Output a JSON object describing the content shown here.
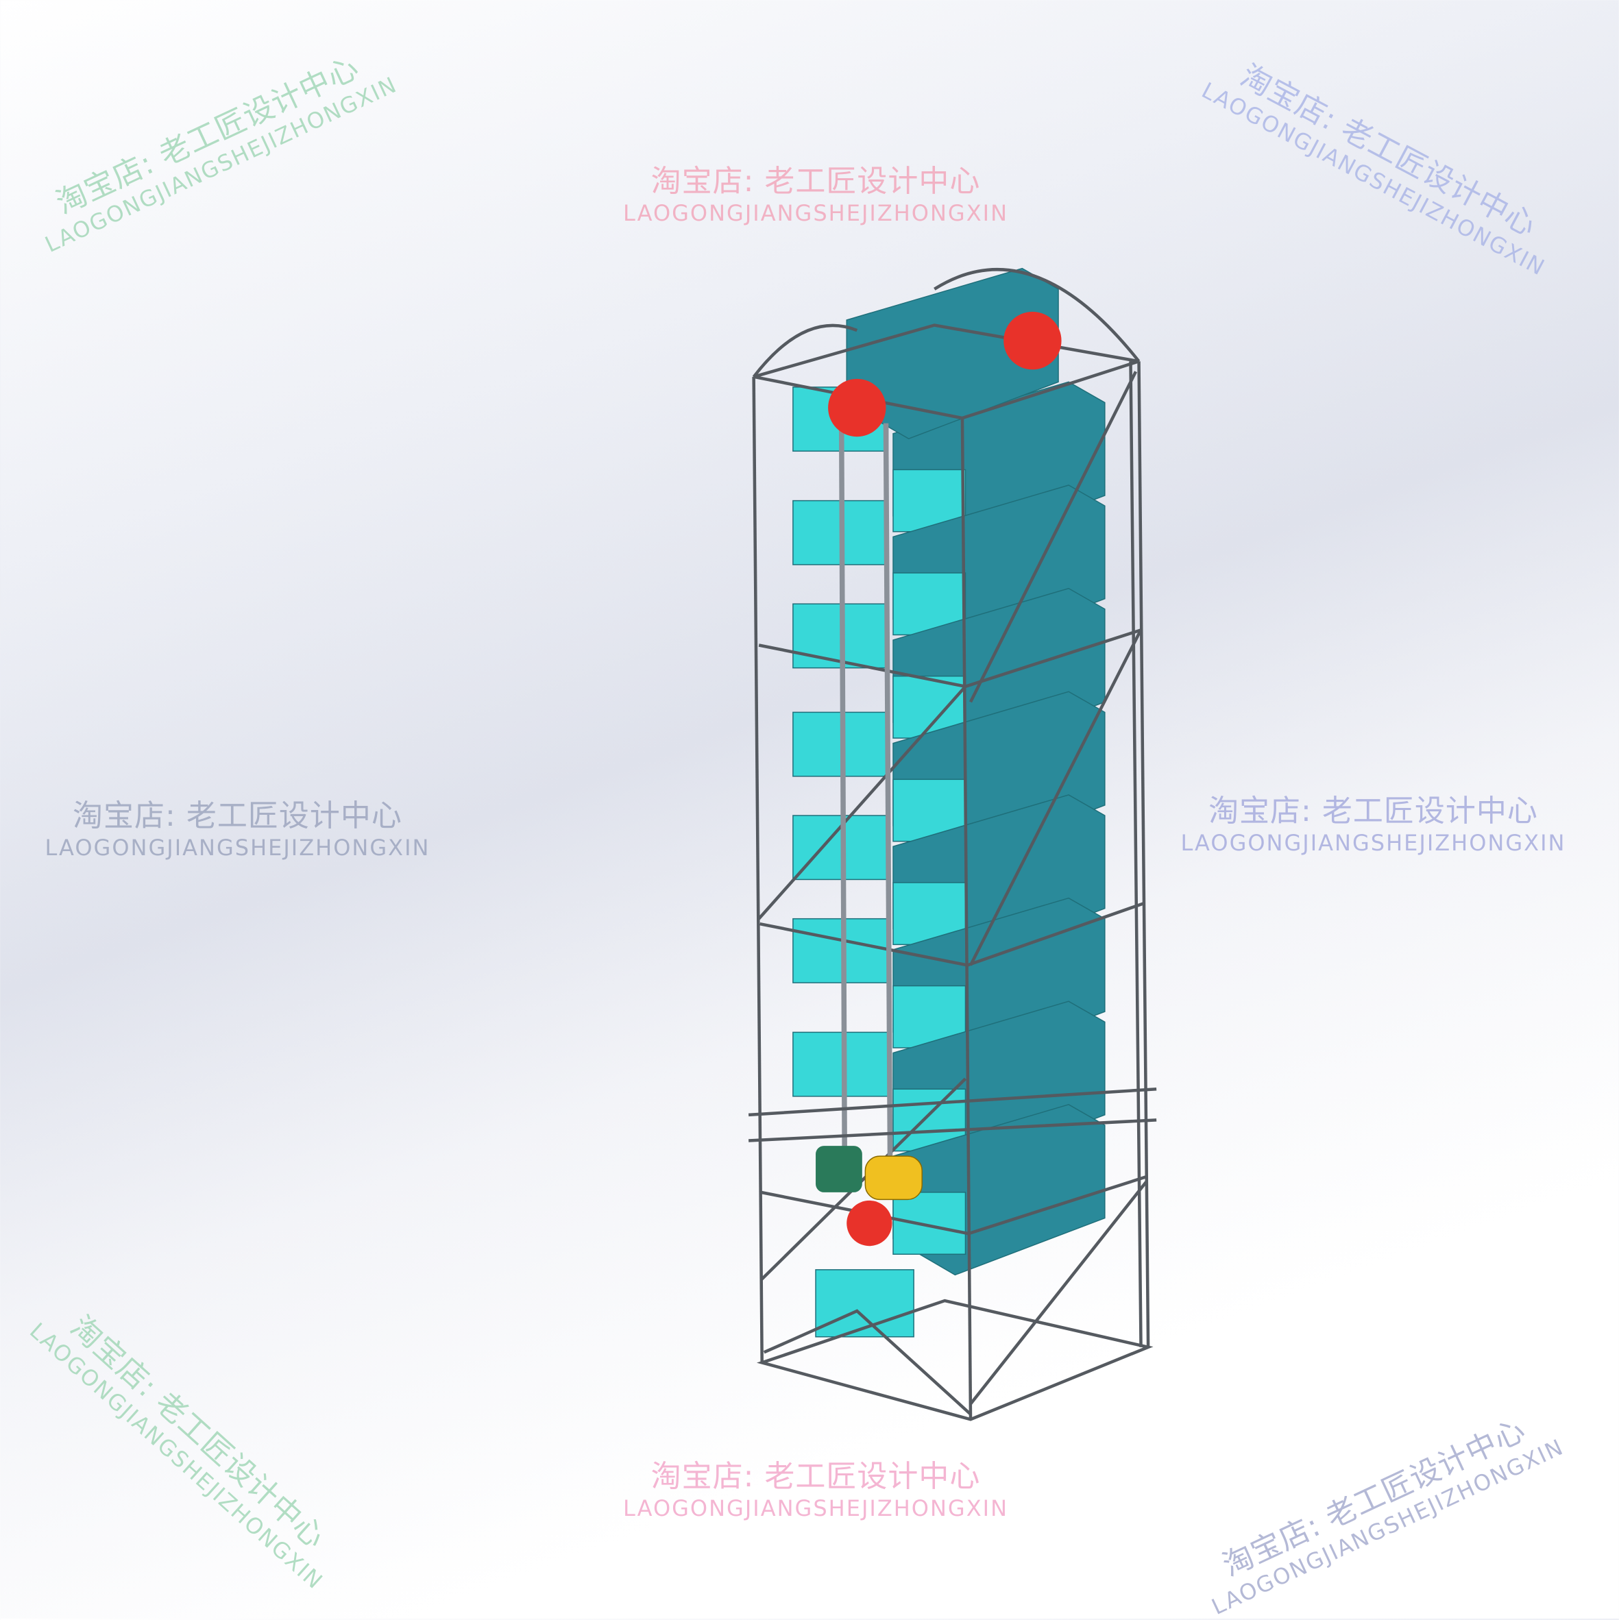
{
  "watermarks": [
    {
      "cn": "淘宝店: 老工匠设计中心",
      "en": "LAOGONGJIANGSHEJIZHONGXIN",
      "color": "#9fd6b5"
    },
    {
      "cn": "淘宝店: 老工匠设计中心",
      "en": "LAOGONGJIANGSHEJIZHONGXIN",
      "color": "#f2a3b8"
    },
    {
      "cn": "淘宝店: 老工匠设计中心",
      "en": "LAOGONGJIANGSHEJIZHONGXIN",
      "color": "#a9b4e6"
    },
    {
      "cn": "淘宝店: 老工匠设计中心",
      "en": "LAOGONGJIANGSHEJIZHONGXIN",
      "color": "#9aa3bd"
    },
    {
      "cn": "淘宝店: 老工匠设计中心",
      "en": "LAOGONGJIANGSHEJIZHONGXIN",
      "color": "#a2a8dc"
    },
    {
      "cn": "淘宝店: 老工匠设计中心",
      "en": "LAOGONGJIANGSHEJIZHONGXIN",
      "color": "#9fd6b5"
    },
    {
      "cn": "淘宝店: 老工匠设计中心",
      "en": "LAOGONGJIANGSHEJIZHONGXIN",
      "color": "#f2a3c8"
    },
    {
      "cn": "淘宝店: 老工匠设计中心",
      "en": "LAOGONGJIANGSHEJIZHONGXIN",
      "color": "#a2a8cc"
    }
  ],
  "colors": {
    "bucket_light": "#38d8d8",
    "bucket_dark": "#2a8a9a",
    "frame": "#555a60",
    "sprocket": "#e8322a",
    "motor": "#f0c020",
    "gearbox": "#2a7a5a"
  }
}
